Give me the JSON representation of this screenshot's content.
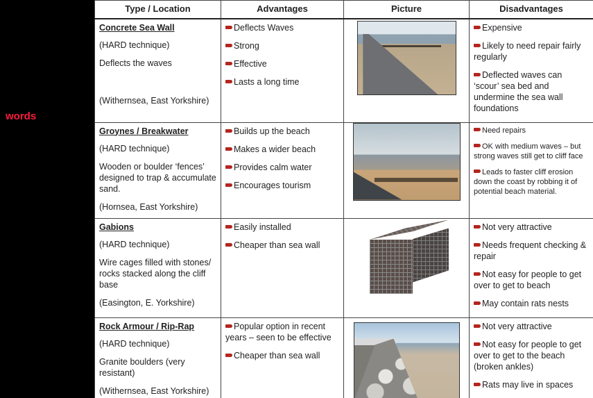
{
  "side_label": "words",
  "table": {
    "headers": [
      "Type / Location",
      "Advantages",
      "Picture",
      "Disadvantages"
    ],
    "rows": [
      {
        "type": {
          "name": "Concrete Sea Wall",
          "technique": "(HARD technique)",
          "description": "Deflects the waves",
          "location": "(Withernsea, East Yorkshire)"
        },
        "advantages": [
          "Deflects Waves",
          "Strong",
          "Effective",
          "Lasts a long time"
        ],
        "picture": "concrete-sea-wall-photo",
        "disadvantages": [
          "Expensive",
          "Likely to need repair fairly regularly",
          "Deflected waves can ‘scour’ sea bed and undermine the sea wall foundations"
        ]
      },
      {
        "type": {
          "name": "Groynes / Breakwater",
          "technique": "(HARD technique)",
          "description": "Wooden or boulder ‘fences’ designed to trap & accumulate sand.",
          "location": "(Hornsea, East Yorkshire)"
        },
        "advantages": [
          "Builds up the beach",
          "Makes a wider beach",
          "Provides calm water",
          "Encourages tourism"
        ],
        "picture": "groynes-photo",
        "disadvantages": [
          "Need repairs",
          "OK with medium waves – but strong waves still get to cliff face",
          "Leads to faster cliff erosion down the coast by robbing it of potential beach material."
        ]
      },
      {
        "type": {
          "name": "Gabions",
          "technique": "(HARD technique)",
          "description": "Wire cages filled with stones/ rocks stacked along the cliff base",
          "location": "(Easington, E. Yorkshire)"
        },
        "advantages": [
          "Easily installed",
          "Cheaper than sea wall"
        ],
        "picture": "gabion-cage-image",
        "disadvantages": [
          "Not very attractive",
          "Needs frequent checking & repair",
          "Not easy for people to get over to get to beach",
          "May contain rats nests"
        ]
      },
      {
        "type": {
          "name": "Rock Armour / Rip-Rap",
          "technique": "(HARD technique)",
          "description": "Granite boulders (very resistant)",
          "location": "(Withernsea, East Yorkshire)"
        },
        "advantages": [
          "Popular option in recent years – seen to be effective",
          "Cheaper than sea wall"
        ],
        "picture": "rock-armour-photo",
        "disadvantages": [
          "Not very attractive",
          "Not easy for people to get over to get to the beach (broken ankles)",
          "Rats may live in spaces"
        ]
      }
    ]
  },
  "colors": {
    "bullet": "#b3261e",
    "side_label": "#ff1a3c",
    "border": "#444444"
  }
}
